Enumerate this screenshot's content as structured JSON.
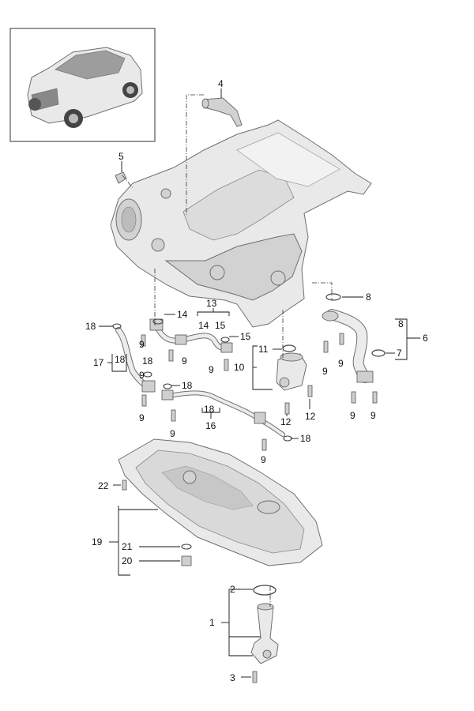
{
  "title": "Oil pan exploded parts diagram",
  "callouts": {
    "c1": "1",
    "c2": "2",
    "c3": "3",
    "c4": "4",
    "c5": "5",
    "c6": "6",
    "c7": "7",
    "c8a": "8",
    "c8b": "8",
    "c9a": "9",
    "c9b": "9",
    "c9c": "9",
    "c9d": "9",
    "c9e": "9",
    "c9f": "9",
    "c9g": "9",
    "c9h": "9",
    "c9i": "9",
    "c9j": "9",
    "c9k": "9",
    "c10": "10",
    "c11": "11",
    "c12a": "12",
    "c12b": "12",
    "c13": "13",
    "c14a": "14",
    "c14b": "14",
    "c15a": "15",
    "c15b": "15",
    "c16": "16",
    "c17": "17",
    "c18a": "18",
    "c18b": "18",
    "c18c": "18",
    "c18d": "18",
    "c18e": "18",
    "c18f": "18",
    "c19": "19",
    "c20": "20",
    "c21": "21",
    "c22": "22"
  },
  "colors": {
    "line": "#111111",
    "part_fill": "#e9e9e9",
    "part_stroke": "#6f6f6f"
  }
}
